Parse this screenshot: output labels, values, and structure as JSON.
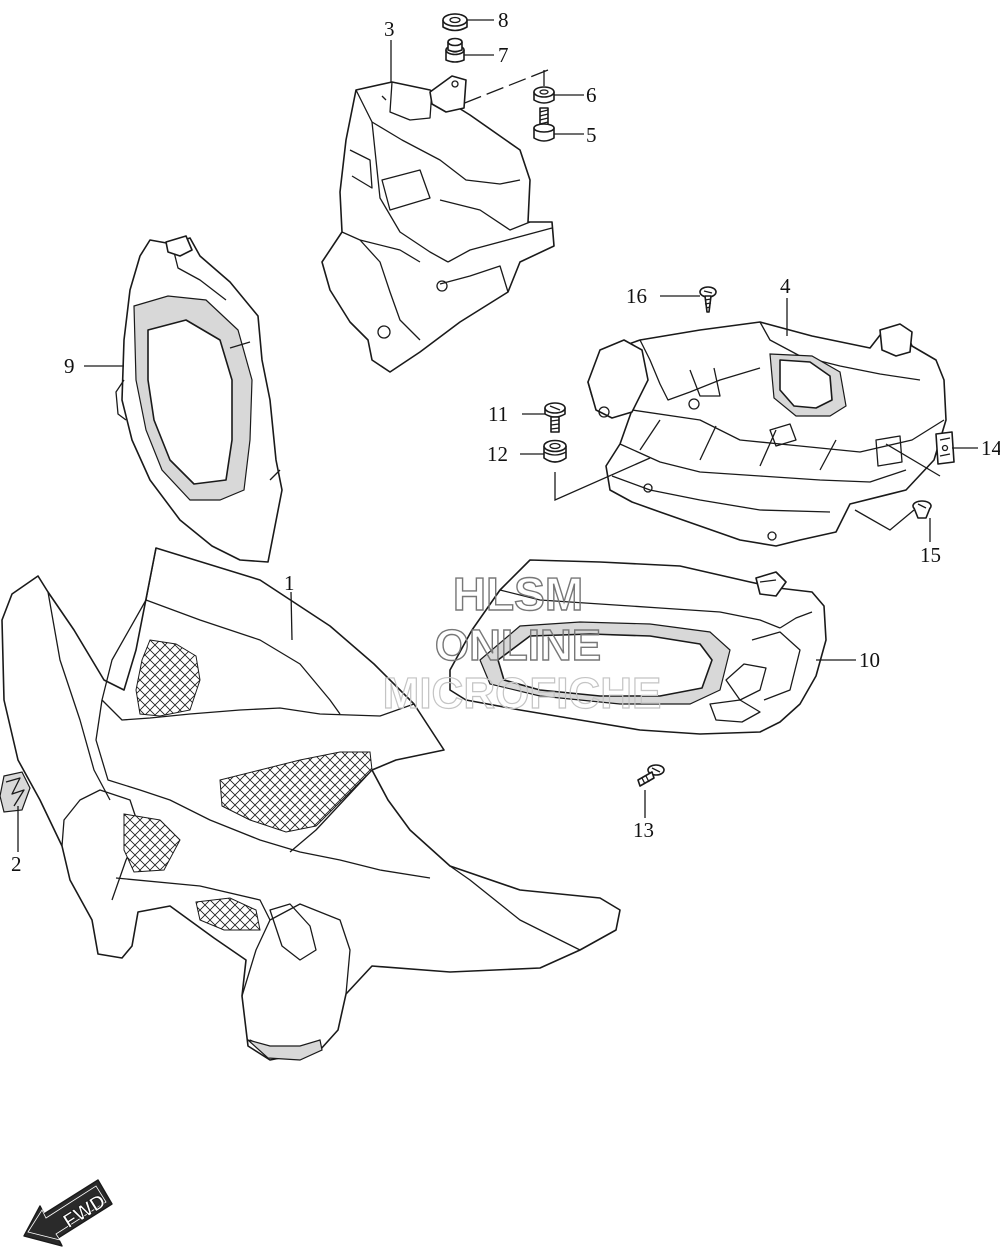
{
  "callouts": [
    {
      "id": "1",
      "label": "1"
    },
    {
      "id": "2",
      "label": "2"
    },
    {
      "id": "3",
      "label": "3"
    },
    {
      "id": "4",
      "label": "4"
    },
    {
      "id": "5",
      "label": "5"
    },
    {
      "id": "6",
      "label": "6"
    },
    {
      "id": "7",
      "label": "7"
    },
    {
      "id": "8",
      "label": "8"
    },
    {
      "id": "9",
      "label": "9"
    },
    {
      "id": "10",
      "label": "10"
    },
    {
      "id": "11",
      "label": "11"
    },
    {
      "id": "12",
      "label": "12"
    },
    {
      "id": "13",
      "label": "13"
    },
    {
      "id": "14",
      "label": "14"
    },
    {
      "id": "15",
      "label": "15"
    },
    {
      "id": "16",
      "label": "16"
    }
  ],
  "watermark": {
    "line1": "HLSM",
    "line2": "ONLINE",
    "line3": "MICROFICHE"
  },
  "direction_arrow": {
    "label": "FWD"
  }
}
